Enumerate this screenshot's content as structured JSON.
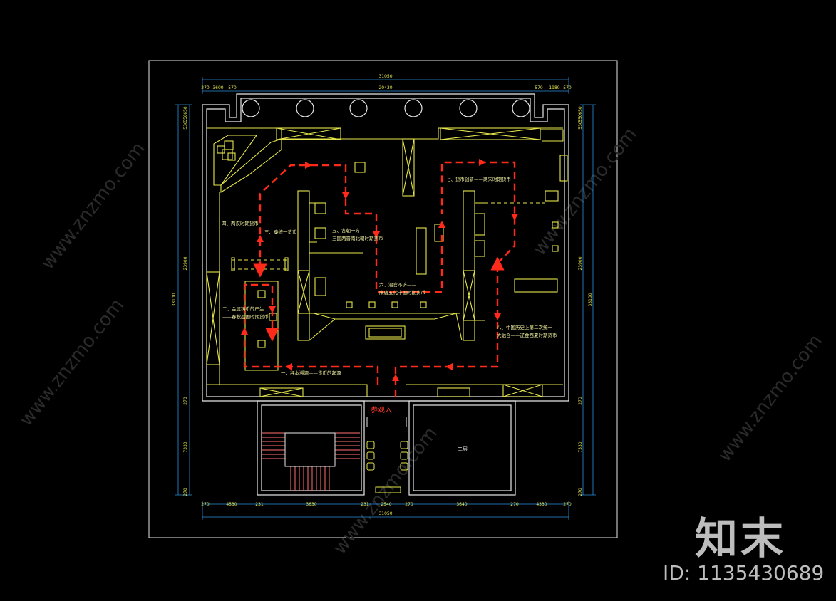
{
  "colors": {
    "background": "#000000",
    "frame": "#e6e6e6",
    "walls": "#e8e8e8",
    "fixtures": "#e6e64c",
    "route": "#ff2a1a",
    "dimension": "#2a90e0",
    "label": "#f3f3a0"
  },
  "drawing": {
    "entrance": "参观入口",
    "second_floor": "二层",
    "exhibits": [
      {
        "title": "一、秤本溯源——货币的起源"
      },
      {
        "title": "二、金属铸币的产生",
        "sub": "——春秋战国时期货币"
      },
      {
        "title": "三、秦统一货币"
      },
      {
        "title": "四、两汉时期货币"
      },
      {
        "title": "五、各朝一方——",
        "sub": "三国两晋南北朝时期货币"
      },
      {
        "title": "六、治官不济——",
        "sub": "隋唐五代十国时期货币"
      },
      {
        "title": "七、货币创新——两宋时期货币"
      },
      {
        "title": "八、中国历史上第二次统一",
        "sub": "大融合——辽金西夏时期货币"
      }
    ],
    "dims": {
      "top_total": "31050",
      "top_segments": [
        "270",
        "3600",
        "570",
        "20430",
        "570",
        "1980",
        "570"
      ],
      "bottom_total": "31050",
      "bottom_segments": [
        "270",
        "4530",
        "231",
        "3630",
        "231",
        "2540",
        "270",
        "3640",
        "270",
        "4330",
        "270"
      ],
      "left_total": "33100",
      "left_inner": "23900",
      "left_segments": [
        "650",
        "550",
        "530",
        "270",
        "7330",
        "270"
      ],
      "right_total": "33100",
      "right_inner": "23900",
      "right_segments": [
        "650",
        "550",
        "530",
        "270",
        "7330",
        "270"
      ]
    }
  },
  "watermark": {
    "brand": "知末",
    "id_text": "ID: 1135430689",
    "site": "www.znzmo.com"
  }
}
